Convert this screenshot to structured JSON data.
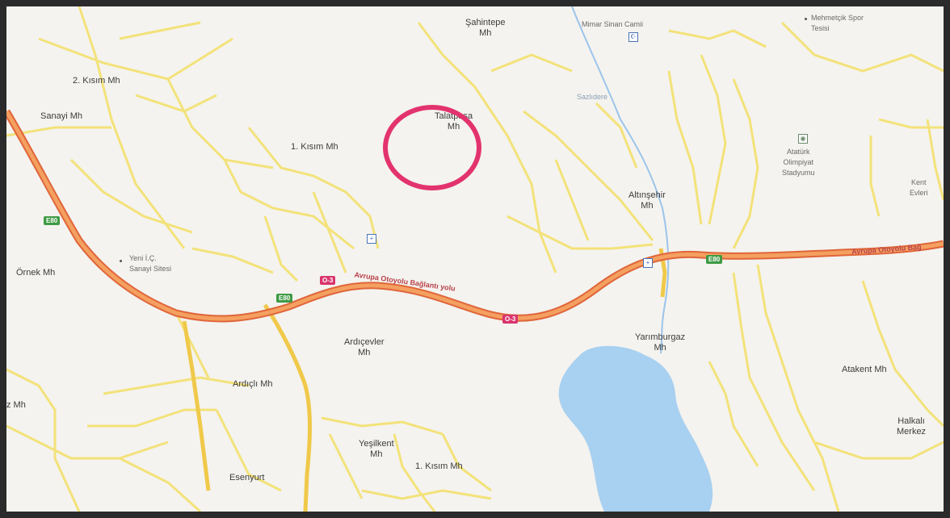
{
  "map": {
    "neighborhoods": {
      "sahintepe": "Şahintepe\nMh",
      "ikinci_kisim": "2. Kısım Mh",
      "sanayi": "Sanayi Mh",
      "birinci_kisim_north": "1. Kısım Mh",
      "talatpasa": "Talatpaşa\nMh",
      "altinsehir": "Altınşehir\nMh",
      "ornek": "Örnek Mh",
      "ardicevler": "Ardıçevler\nMh",
      "ardicli": "Ardıçlı Mh",
      "yesilkent": "Yeşilkent\nMh",
      "birinci_kisim_south": "1. Kısım Mh",
      "esenyurt": "Esenyurt",
      "yarimburgaz": "Yarımburgaz\nMh",
      "atakent": "Atakent Mh",
      "halkali": "Halkalı\nMerkez",
      "west_edge": "z Mh"
    },
    "places": {
      "mosque": "Mimar Sinan Camii",
      "hospital": "Hastane",
      "stadium": "Atatürk\nOlimpiyat\nStadyumu",
      "training": "Mehmetçik Spor\nTesisi",
      "lake": "Sazlıdere",
      "industry": "Yeni İ.Ç.\nSanayi Sitesi",
      "east_edge": "Kent\nEvleri"
    },
    "shields": {
      "e80_west": "E80",
      "e80_center": "E80",
      "e80_east": "E80",
      "o3_west": "O-3",
      "o3_center": "O-3"
    },
    "highway_names": {
      "west": "Avrupa Otoyolu Bağlantı yolu",
      "east": "Avrupa Otoyolu Bağ"
    },
    "colors": {
      "motorway": "#f28c4a",
      "motorway_casing": "#e0653a",
      "major_road": "#f5d95a",
      "minor_road": "#f7e98a",
      "water": "#a8d0f0",
      "background": "#f4f3ef",
      "highlight": "#e3336f"
    },
    "icons": [
      "mosque-icon",
      "hospital-icon",
      "stadium-icon"
    ]
  }
}
